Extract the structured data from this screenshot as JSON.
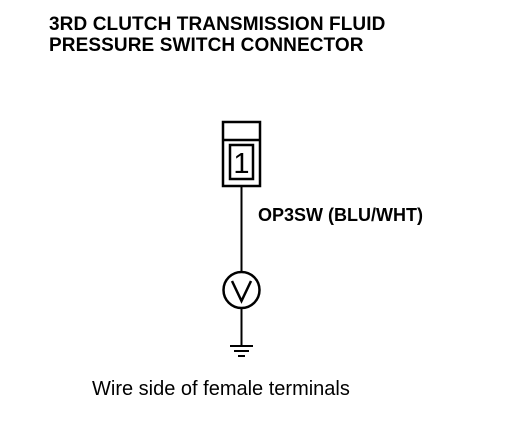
{
  "title": {
    "line1": "3RD CLUTCH TRANSMISSION FLUID",
    "line2": "PRESSURE SWITCH CONNECTOR"
  },
  "connector": {
    "pin_number": "1"
  },
  "wire": {
    "label": "OP3SW (BLU/WHT)"
  },
  "meter": {
    "symbol": "V"
  },
  "caption": "Wire side of female terminals"
}
